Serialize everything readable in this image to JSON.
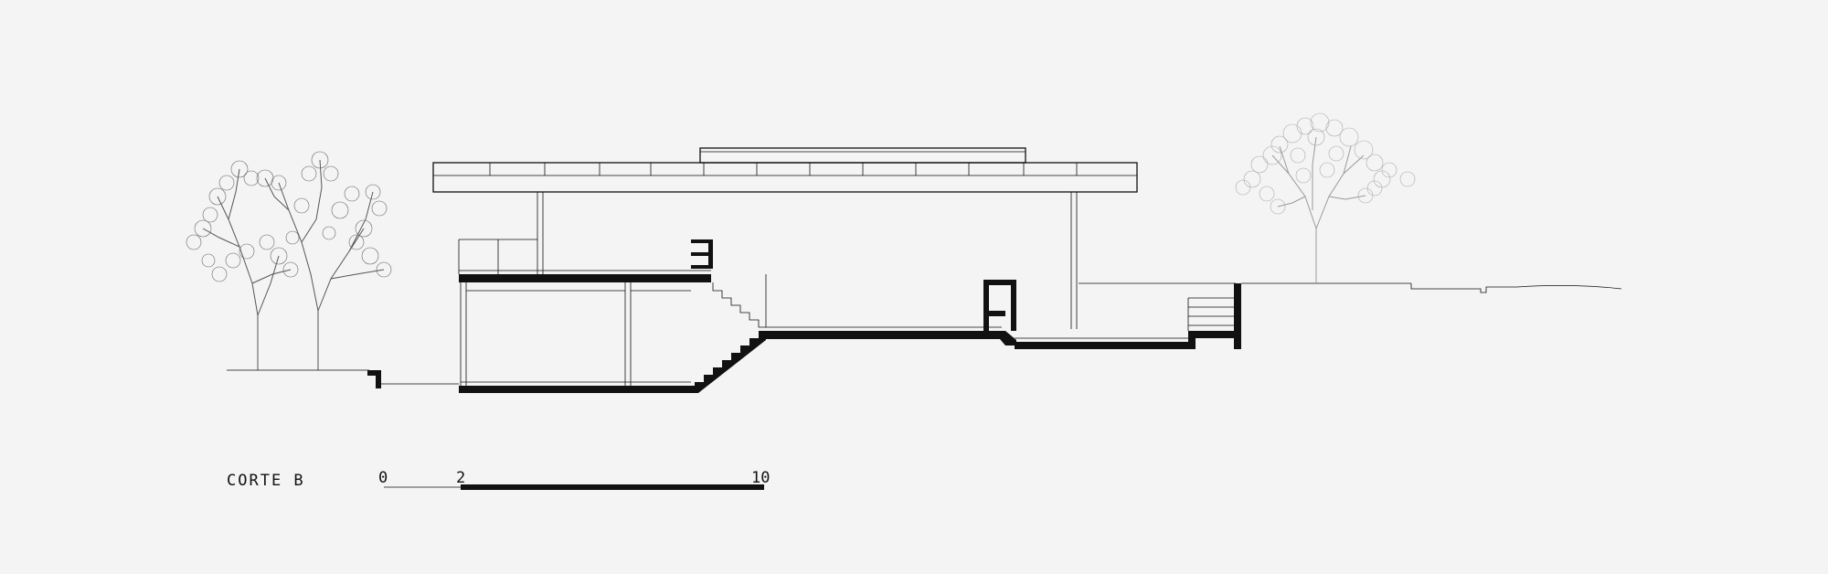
{
  "drawing": {
    "title": "CORTE B",
    "scale_labels": [
      "0",
      "2",
      "10"
    ],
    "line_color": "#111111",
    "background": "#f4f4f4"
  }
}
